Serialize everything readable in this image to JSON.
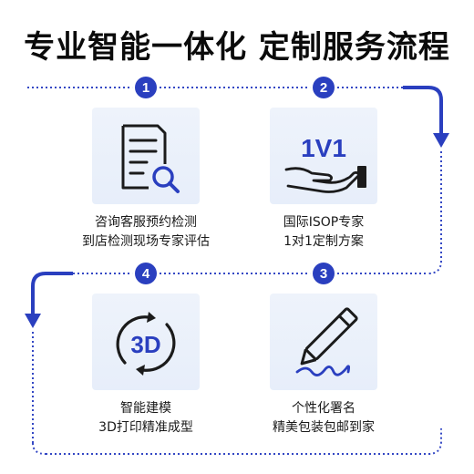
{
  "title": "专业智能一体化  定制服务流程",
  "accent_color": "#2a3fbf",
  "steps": [
    {
      "number": "1",
      "icon": "document-search-icon",
      "line1": "咨询客服预约检测",
      "line2": "到店检测现场专家评估"
    },
    {
      "number": "2",
      "icon": "hand-1v1-icon",
      "badge_text": "1V1",
      "line1": "国际ISOP专家",
      "line2": "1对1定制方案"
    },
    {
      "number": "3",
      "icon": "pen-signature-icon",
      "line1": "个性化署名",
      "line2": "精美包装包邮到家"
    },
    {
      "number": "4",
      "icon": "3d-rotate-icon",
      "badge_text": "3D",
      "line1": "智能建模",
      "line2": "3D打印精准成型"
    }
  ]
}
